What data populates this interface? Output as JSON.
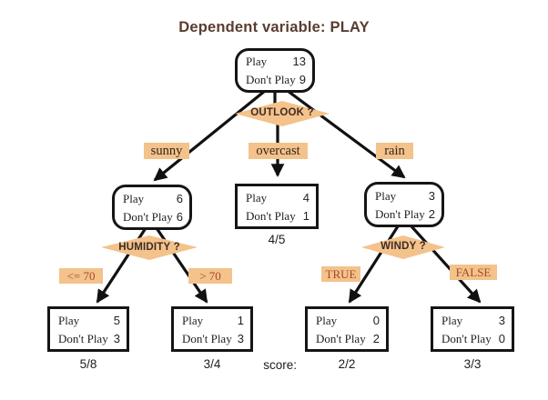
{
  "title": "Dependent variable: PLAY",
  "score_caption": "score:",
  "decision_nodes": {
    "outlook": {
      "label": "OUTLOOK ?"
    },
    "humidity": {
      "label": "HUMIDITY ?"
    },
    "windy": {
      "label": "WINDY ?"
    }
  },
  "branch_labels": {
    "sunny": "sunny",
    "overcast": "overcast",
    "rain": "rain",
    "humidity_le": "<= 70",
    "humidity_gt": "> 70",
    "windy_true": "TRUE",
    "windy_false": "FALSE"
  },
  "count_nodes": {
    "root": {
      "rows": [
        {
          "label": "Play",
          "value": "13"
        },
        {
          "label": "Don't Play",
          "value": "9"
        }
      ]
    },
    "sunny": {
      "rows": [
        {
          "label": "Play",
          "value": "6"
        },
        {
          "label": "Don't Play",
          "value": "6"
        }
      ]
    },
    "overcast": {
      "rows": [
        {
          "label": "Play",
          "value": "4"
        },
        {
          "label": "Don't Play",
          "value": "1"
        }
      ],
      "score": "4/5"
    },
    "rain": {
      "rows": [
        {
          "label": "Play",
          "value": "3"
        },
        {
          "label": "Don't Play",
          "value": "2"
        }
      ]
    },
    "humidity_le": {
      "rows": [
        {
          "label": "Play",
          "value": "5"
        },
        {
          "label": "Don't Play",
          "value": "3"
        }
      ],
      "score": "5/8"
    },
    "humidity_gt": {
      "rows": [
        {
          "label": "Play",
          "value": "1"
        },
        {
          "label": "Don't Play",
          "value": "3"
        }
      ],
      "score": "3/4"
    },
    "windy_true": {
      "rows": [
        {
          "label": "Play",
          "value": "0"
        },
        {
          "label": "Don't Play",
          "value": "2"
        }
      ],
      "score": "2/2"
    },
    "windy_false": {
      "rows": [
        {
          "label": "Play",
          "value": "3"
        },
        {
          "label": "Don't Play",
          "value": "0"
        }
      ],
      "score": "3/3"
    }
  },
  "colors": {
    "accent": "#f4c28b",
    "title": "#5a3c30",
    "condition_text": "#a34a2e",
    "category_text": "#33251d",
    "node_text": "#1f1f1f",
    "line": "#111111"
  }
}
